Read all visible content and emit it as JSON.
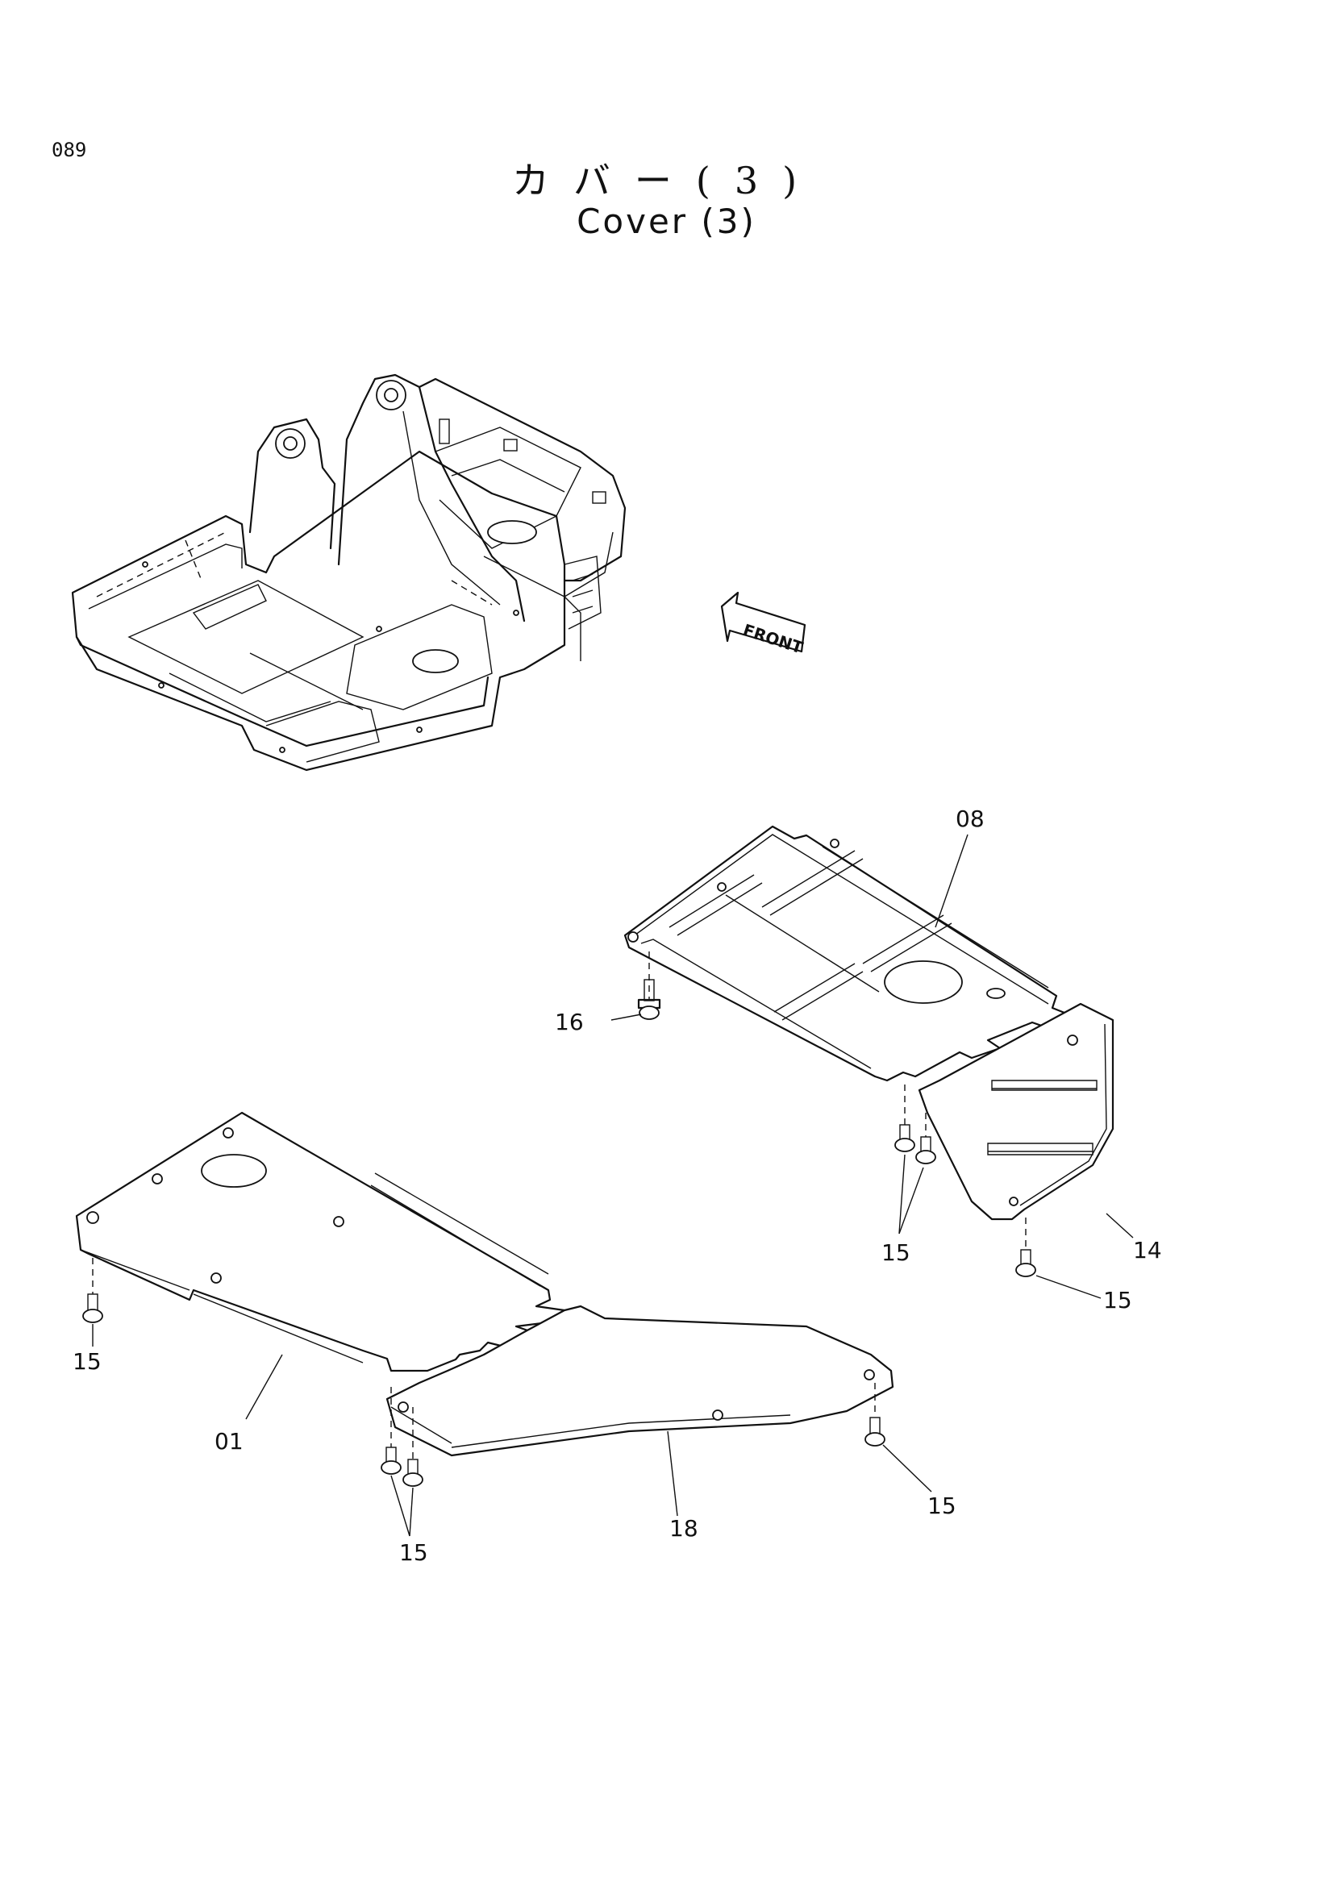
{
  "page_number": "089",
  "title_ja": "カバー(3)",
  "title_en": "Cover (3)",
  "front_label": "FRONT",
  "callouts": [
    {
      "id": "08",
      "text": "08"
    },
    {
      "id": "16",
      "text": "16"
    },
    {
      "id": "15a",
      "text": "15"
    },
    {
      "id": "14",
      "text": "14"
    },
    {
      "id": "15b",
      "text": "15"
    },
    {
      "id": "15c",
      "text": "15"
    },
    {
      "id": "01",
      "text": "01"
    },
    {
      "id": "18",
      "text": "18"
    },
    {
      "id": "15d",
      "text": "15"
    },
    {
      "id": "15e",
      "text": "15"
    }
  ]
}
